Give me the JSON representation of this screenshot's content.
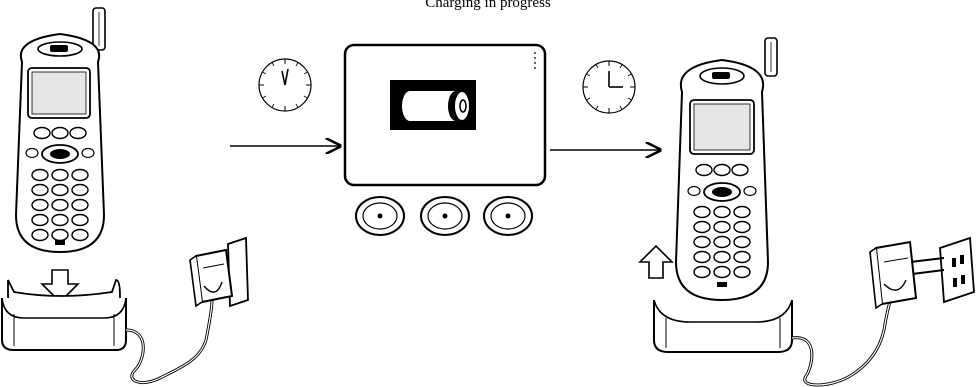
{
  "caption": "Charging in progress",
  "colors": {
    "ink": "#000000",
    "paper": "#ffffff",
    "screen_gray": "#e6e6e6"
  },
  "figure": {
    "left_phone": "phone-placed-into-cradle",
    "clock_start": "clock-start-icon",
    "display": "display-battery-charging-icon",
    "clock_end": "clock-end-icon",
    "right_phone": "phone-removed-from-cradle",
    "soft_keys": [
      "soft-key-1",
      "soft-key-2",
      "soft-key-3"
    ]
  }
}
